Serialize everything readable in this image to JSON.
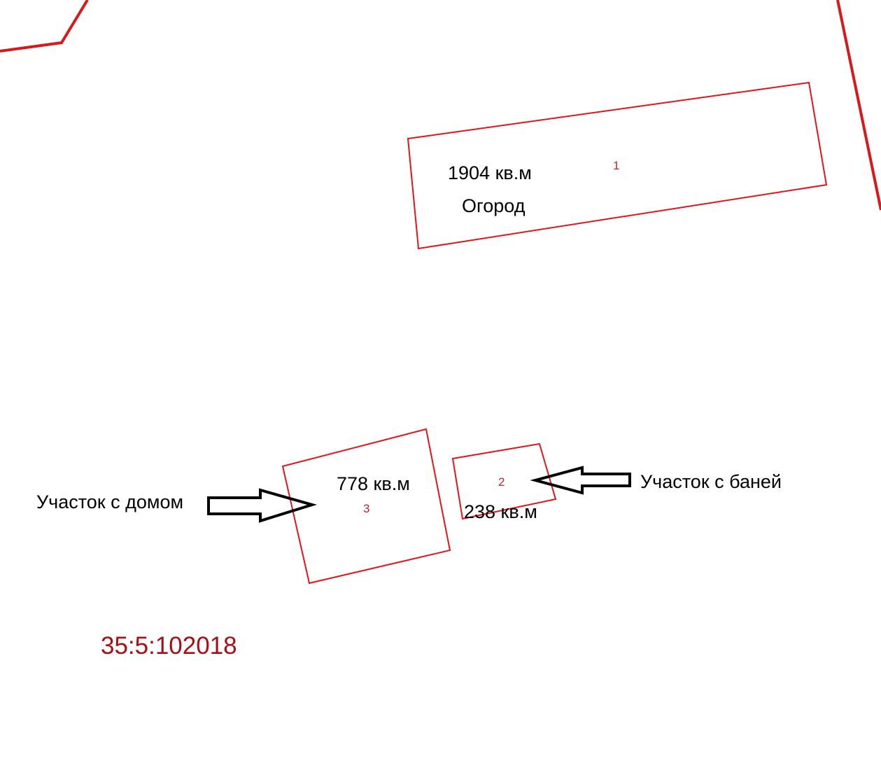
{
  "colors": {
    "boundary": "#d7191c",
    "parcel": "#e0151b",
    "cadastral": "#a50f15",
    "arrow": "#000000"
  },
  "parcels": [
    {
      "number": "1",
      "area": "1904 кв.м",
      "purpose": "Огород"
    },
    {
      "number": "2",
      "area": "238 кв.м"
    },
    {
      "number": "3",
      "area": "778 кв.м"
    }
  ],
  "callouts": {
    "house": "Участок с домом",
    "bathhouse": "Участок с баней"
  },
  "cadastral_quarter": "35:5:102018"
}
